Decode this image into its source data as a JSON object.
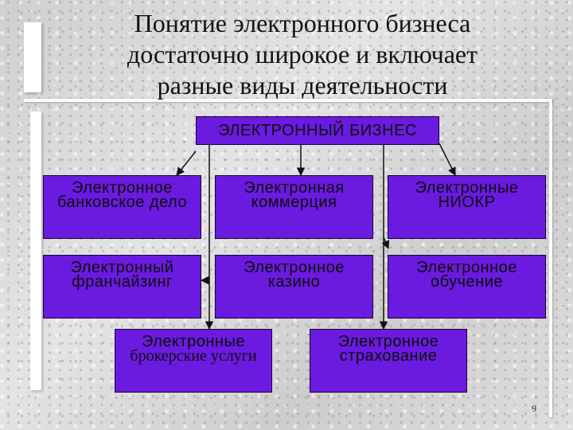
{
  "title": [
    "Понятие электронного бизнеса",
    "достаточно широкое и включает",
    "разные виды деятельности"
  ],
  "root": "ЭЛЕКТРОННЫЙ БИЗНЕС",
  "boxes": {
    "banking": [
      "Электронное",
      "банковское дело"
    ],
    "commerce": [
      "Электронная",
      "коммерция"
    ],
    "rnd": [
      "Электронные",
      "НИОКР"
    ],
    "franchising": [
      "Электронный",
      "франчайзинг"
    ],
    "casino": [
      "Электронное",
      "казино"
    ],
    "education": [
      "Электронное",
      "обучение"
    ],
    "brokerage": [
      "Электронные",
      "брокерские услуги"
    ],
    "insurance": [
      "Электронное",
      "страхование"
    ]
  },
  "page_number": "9",
  "colors": {
    "box_fill": "#6b1ae0",
    "box_border": "#1a0038",
    "background": "#d6d6d6"
  }
}
